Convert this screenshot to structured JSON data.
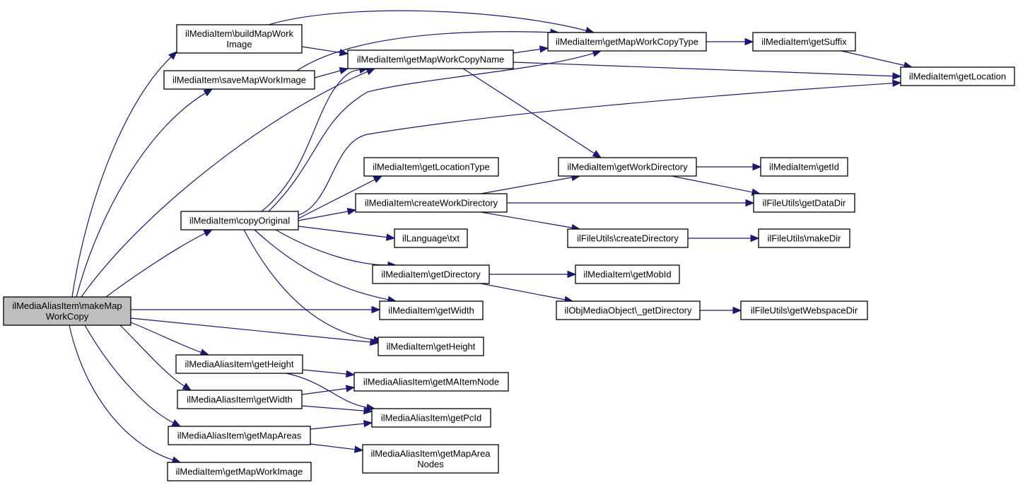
{
  "title": "Call graph for ilMediaAliasItem\\makeMapWorkCopy",
  "colors": {
    "edge": "#191970",
    "root_fill": "#bfbfbf",
    "node_fill": "#ffffff",
    "node_border": "#000000"
  },
  "nodes": [
    {
      "id": "root",
      "lines": [
        "ilMediaAliasItem\\makeMap",
        "WorkCopy"
      ],
      "root": true
    },
    {
      "id": "buildMapWorkImage",
      "lines": [
        "ilMediaItem\\buildMapWork",
        "Image"
      ]
    },
    {
      "id": "saveMapWorkImage",
      "lines": [
        "ilMediaItem\\saveMapWorkImage"
      ]
    },
    {
      "id": "getMapWorkCopyName",
      "lines": [
        "ilMediaItem\\getMapWorkCopyName"
      ]
    },
    {
      "id": "getMapWorkCopyType",
      "lines": [
        "ilMediaItem\\getMapWorkCopyType"
      ]
    },
    {
      "id": "getSuffix",
      "lines": [
        "ilMediaItem\\getSuffix"
      ]
    },
    {
      "id": "getLocation",
      "lines": [
        "ilMediaItem\\getLocation"
      ]
    },
    {
      "id": "copyOriginal",
      "lines": [
        "ilMediaItem\\copyOriginal"
      ]
    },
    {
      "id": "getLocationType",
      "lines": [
        "ilMediaItem\\getLocationType"
      ]
    },
    {
      "id": "getWorkDirectory",
      "lines": [
        "ilMediaItem\\getWorkDirectory"
      ]
    },
    {
      "id": "getId",
      "lines": [
        "ilMediaItem\\getId"
      ]
    },
    {
      "id": "createWorkDirectory",
      "lines": [
        "ilMediaItem\\createWorkDirectory"
      ]
    },
    {
      "id": "getDataDir",
      "lines": [
        "ilFileUtils\\getDataDir"
      ]
    },
    {
      "id": "txt",
      "lines": [
        "ilLanguage\\txt"
      ]
    },
    {
      "id": "createDirectory",
      "lines": [
        "ilFileUtils\\createDirectory"
      ]
    },
    {
      "id": "makeDir",
      "lines": [
        "ilFileUtils\\makeDir"
      ]
    },
    {
      "id": "getDirectory",
      "lines": [
        "ilMediaItem\\getDirectory"
      ]
    },
    {
      "id": "getMobId",
      "lines": [
        "ilMediaItem\\getMobId"
      ]
    },
    {
      "id": "miGetWidth",
      "lines": [
        "ilMediaItem\\getWidth"
      ]
    },
    {
      "id": "objGetDirectory",
      "lines": [
        "ilObjMediaObject\\_getDirectory"
      ]
    },
    {
      "id": "getWebspaceDir",
      "lines": [
        "ilFileUtils\\getWebspaceDir"
      ]
    },
    {
      "id": "miGetHeight",
      "lines": [
        "ilMediaItem\\getHeight"
      ]
    },
    {
      "id": "maGetHeight",
      "lines": [
        "ilMediaAliasItem\\getHeight"
      ]
    },
    {
      "id": "getMAItemNode",
      "lines": [
        "ilMediaAliasItem\\getMAItemNode"
      ]
    },
    {
      "id": "maGetWidth",
      "lines": [
        "ilMediaAliasItem\\getWidth"
      ]
    },
    {
      "id": "getPcId",
      "lines": [
        "ilMediaAliasItem\\getPcId"
      ]
    },
    {
      "id": "getMapAreas",
      "lines": [
        "ilMediaAliasItem\\getMapAreas"
      ]
    },
    {
      "id": "getMapAreaNodes",
      "lines": [
        "ilMediaAliasItem\\getMapArea",
        "Nodes"
      ]
    },
    {
      "id": "getMapWorkImage",
      "lines": [
        "ilMediaItem\\getMapWorkImage"
      ]
    }
  ],
  "edges": [
    [
      "root",
      "buildMapWorkImage"
    ],
    [
      "root",
      "saveMapWorkImage"
    ],
    [
      "root",
      "getMapWorkCopyName"
    ],
    [
      "root",
      "copyOriginal"
    ],
    [
      "root",
      "miGetWidth"
    ],
    [
      "root",
      "miGetHeight"
    ],
    [
      "root",
      "maGetHeight"
    ],
    [
      "root",
      "maGetWidth"
    ],
    [
      "root",
      "getMapAreas"
    ],
    [
      "root",
      "getMapWorkImage"
    ],
    [
      "buildMapWorkImage",
      "getMapWorkCopyName"
    ],
    [
      "buildMapWorkImage",
      "getMapWorkCopyType"
    ],
    [
      "saveMapWorkImage",
      "getMapWorkCopyName"
    ],
    [
      "saveMapWorkImage",
      "getMapWorkCopyType"
    ],
    [
      "getMapWorkCopyName",
      "getMapWorkCopyType"
    ],
    [
      "getMapWorkCopyName",
      "getLocation"
    ],
    [
      "getMapWorkCopyName",
      "getWorkDirectory"
    ],
    [
      "getMapWorkCopyType",
      "getSuffix"
    ],
    [
      "getSuffix",
      "getLocation"
    ],
    [
      "copyOriginal",
      "getMapWorkCopyName"
    ],
    [
      "copyOriginal",
      "getMapWorkCopyType"
    ],
    [
      "copyOriginal",
      "getLocation"
    ],
    [
      "copyOriginal",
      "getLocationType"
    ],
    [
      "copyOriginal",
      "createWorkDirectory"
    ],
    [
      "copyOriginal",
      "txt"
    ],
    [
      "copyOriginal",
      "getDirectory"
    ],
    [
      "copyOriginal",
      "miGetWidth"
    ],
    [
      "copyOriginal",
      "miGetHeight"
    ],
    [
      "createWorkDirectory",
      "getWorkDirectory"
    ],
    [
      "createWorkDirectory",
      "getDataDir"
    ],
    [
      "createWorkDirectory",
      "createDirectory"
    ],
    [
      "getWorkDirectory",
      "getId"
    ],
    [
      "getWorkDirectory",
      "getDataDir"
    ],
    [
      "createDirectory",
      "makeDir"
    ],
    [
      "getDirectory",
      "getMobId"
    ],
    [
      "getDirectory",
      "objGetDirectory"
    ],
    [
      "objGetDirectory",
      "getWebspaceDir"
    ],
    [
      "maGetHeight",
      "getMAItemNode"
    ],
    [
      "maGetHeight",
      "getPcId"
    ],
    [
      "maGetWidth",
      "getMAItemNode"
    ],
    [
      "maGetWidth",
      "getPcId"
    ],
    [
      "getMapAreas",
      "getPcId"
    ],
    [
      "getMapAreas",
      "getMapAreaNodes"
    ]
  ]
}
